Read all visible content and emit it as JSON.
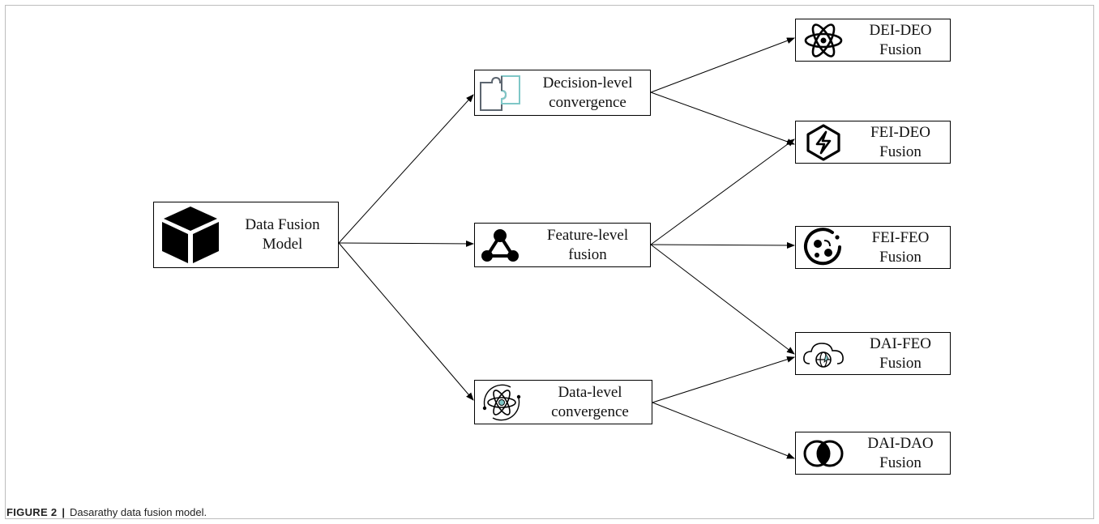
{
  "root": {
    "line1": "Data Fusion",
    "line2": "Model",
    "icon": "cube-icon"
  },
  "level2": [
    {
      "line1": "Decision-level",
      "line2": "convergence",
      "icon": "puzzle-icon"
    },
    {
      "line1": "Feature-level",
      "line2": "fusion",
      "icon": "network-icon"
    },
    {
      "line1": "Data-level",
      "line2": "convergence",
      "icon": "atom-orbit-icon"
    }
  ],
  "leaves": [
    {
      "line1": "DEI-DEO",
      "line2": "Fusion",
      "icon": "atom-icon"
    },
    {
      "line1": "FEI-DEO",
      "line2": "Fusion",
      "icon": "hexagon-bolt-icon"
    },
    {
      "line1": "FEI-FEO",
      "line2": "Fusion",
      "icon": "circle-dots-icon"
    },
    {
      "line1": "DAI-FEO",
      "line2": "Fusion",
      "icon": "cloud-globe-icon"
    },
    {
      "line1": "DAI-DAO",
      "line2": "Fusion",
      "icon": "overlap-circles-icon"
    }
  ],
  "caption": {
    "label": "FIGURE 2",
    "separator": "|",
    "text": "Dasarathy data fusion model."
  },
  "colors": {
    "line": "#000000",
    "accent": "#7fc7c7",
    "puzzle": "#5d6670"
  }
}
